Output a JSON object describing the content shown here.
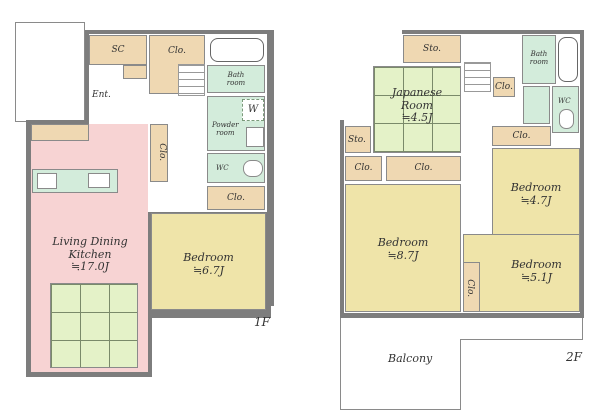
{
  "floor1": {
    "label": "1F",
    "rooms": {
      "sc": "SC",
      "clo_top": "Clo.",
      "entrance": "Ent.",
      "bath": [
        "Bath",
        "room"
      ],
      "washer": "W",
      "powder": [
        "Powder",
        "room"
      ],
      "wc": "WC",
      "clo_right": "Clo.",
      "clo_vertical": "Clo.",
      "ldk": [
        "Living Dining",
        "Kitchen",
        "≒17.0J"
      ],
      "bedroom": [
        "Bedroom",
        "≒6.7J"
      ]
    }
  },
  "floor2": {
    "label": "2F",
    "rooms": {
      "sto_top": "Sto.",
      "japanese": [
        "Japanese",
        "Room",
        "≒4.5J"
      ],
      "sto_left": "Sto.",
      "clo_a": "Clo.",
      "clo_b": "Clo.",
      "clo_stair": "Clo.",
      "bath": [
        "Bath",
        "room"
      ],
      "wc": "WC",
      "clo_c": "Clo.",
      "clo_vertical": "Clo.",
      "bedroom_large": [
        "Bedroom",
        "≒8.7J"
      ],
      "bedroom_right_top": [
        "Bedroom",
        "≒4.7J"
      ],
      "bedroom_right_bottom": [
        "Bedroom",
        "≒5.1J"
      ],
      "balcony": "Balcony"
    }
  }
}
